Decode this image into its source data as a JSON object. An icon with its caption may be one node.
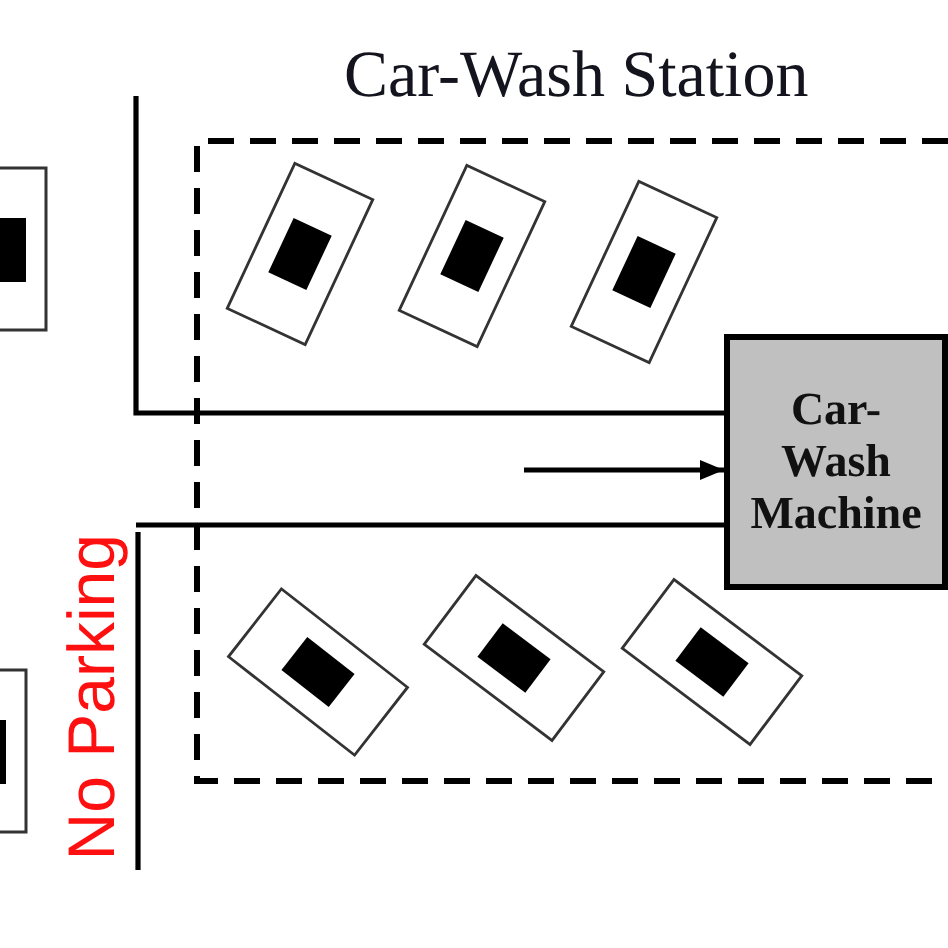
{
  "diagram": {
    "nodes": [
      {
        "text": [
          "Car-Wash Station"
        ]
      },
      {
        "text": [
          "Car-Wash Machine"
        ],
        "in": 0
      }
    ],
    "edges": [
      {
        "from": null,
        "to": 1,
        "arrow": "to"
      }
    ],
    "labels": [
      "No Parking"
    ]
  }
}
